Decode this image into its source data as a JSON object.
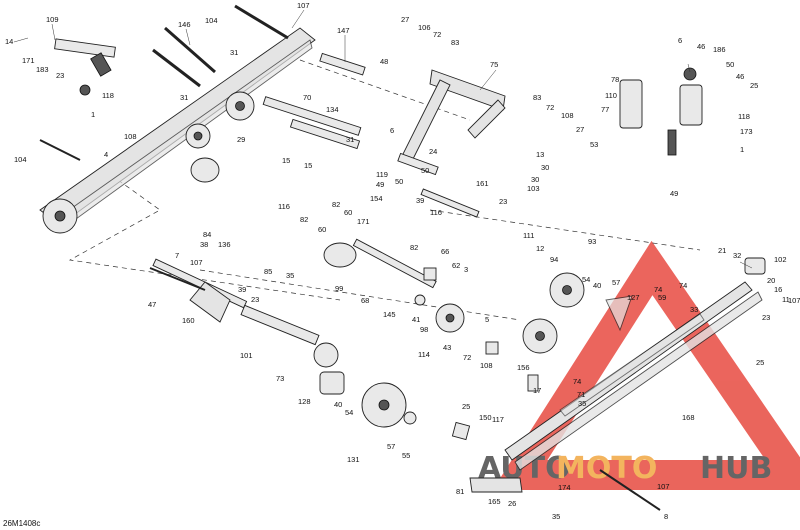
{
  "diagram": {
    "reference_code": "26M1408c",
    "watermark": {
      "text_auto": "AUTO",
      "text_moto": "MOTO",
      "text_hub": "HUB",
      "color_red": "#e53a2f",
      "color_dark": "#3a3a3a",
      "color_orange": "#f0a032"
    },
    "callouts": [
      "14",
      "109",
      "171",
      "183",
      "23",
      "118",
      "1",
      "108",
      "4",
      "104",
      "146",
      "31",
      "31",
      "107",
      "104",
      "29",
      "147",
      "70",
      "134",
      "27",
      "106",
      "72",
      "83",
      "48",
      "75",
      "31",
      "6",
      "46",
      "186",
      "50",
      "46",
      "25",
      "78",
      "110",
      "77",
      "118",
      "173",
      "1",
      "53",
      "49",
      "83",
      "72",
      "108",
      "27",
      "6",
      "13",
      "30",
      "30",
      "24",
      "50",
      "103",
      "119",
      "49",
      "50",
      "154",
      "39",
      "116",
      "82",
      "60",
      "82",
      "60",
      "171",
      "15",
      "15",
      "85",
      "35",
      "116",
      "84",
      "136",
      "38",
      "7",
      "107",
      "160",
      "39",
      "23",
      "47",
      "161",
      "23",
      "66",
      "62",
      "3",
      "82",
      "99",
      "68",
      "145",
      "41",
      "98",
      "43",
      "5",
      "114",
      "72",
      "108",
      "101",
      "73",
      "128",
      "40",
      "54",
      "131",
      "57",
      "55",
      "111",
      "12",
      "94",
      "93",
      "54",
      "40",
      "57",
      "127",
      "59",
      "74",
      "21",
      "32",
      "102",
      "20",
      "16",
      "11",
      "107",
      "23",
      "25",
      "74",
      "33",
      "74",
      "35",
      "71",
      "156",
      "17",
      "117",
      "168",
      "25",
      "150",
      "81",
      "165",
      "26",
      "35",
      "174",
      "8",
      "107"
    ]
  }
}
